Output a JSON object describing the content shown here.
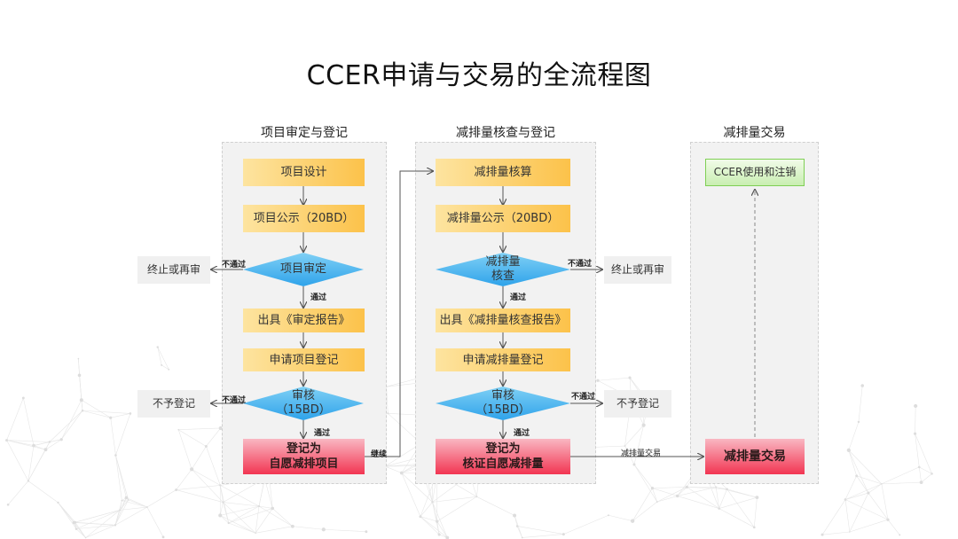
{
  "title": "CCER申请与交易的全流程图",
  "columns": {
    "project": "项目审定与登记",
    "reduction": "减排量核查与登记",
    "trade": "减排量交易"
  },
  "nodes": {
    "design": "项目设计",
    "project_publicity": "项目公示（20BD）",
    "project_validation": "项目审定",
    "validation_report": "出具《审定报告》",
    "project_registration_apply": "申请项目登记",
    "review_left": "审核\n（15BD）",
    "register_project": "登记为\n自愿减排项目",
    "reduction_calc": "减排量核算",
    "reduction_publicity": "减排量公示（20BD）",
    "reduction_check": "减排量\n核查",
    "check_report": "出具《减排量核查报告》",
    "reduction_registration_apply": "申请减排量登记",
    "review_mid": "审核\n（15BD）",
    "register_reduction": "登记为\n核证自愿减排量",
    "ccer_use": "CCER使用和注销",
    "trade": "减排量交易",
    "terminate_left": "终止或再审",
    "no_register_left": "不予登记",
    "terminate_right": "终止或再审",
    "no_register_right": "不予登记"
  },
  "labels": {
    "fail_1": "不通过",
    "pass_1": "通过",
    "fail_2": "不通过",
    "pass_2": "通过",
    "continue": "继续",
    "fail_3": "不通过",
    "pass_3": "通过",
    "fail_4": "不通过",
    "pass_4": "通过",
    "trade_edge": "减排量交易"
  },
  "colors": {
    "yellow_start": "#fde4a0",
    "yellow_end": "#fcc24a",
    "diamond_top": "#7fd0f5",
    "diamond_bottom": "#2fa3ea",
    "red_start": "#f9b7c2",
    "red_end": "#f23552",
    "green_border": "#7fcf55",
    "panel": "#f2f2f2"
  }
}
